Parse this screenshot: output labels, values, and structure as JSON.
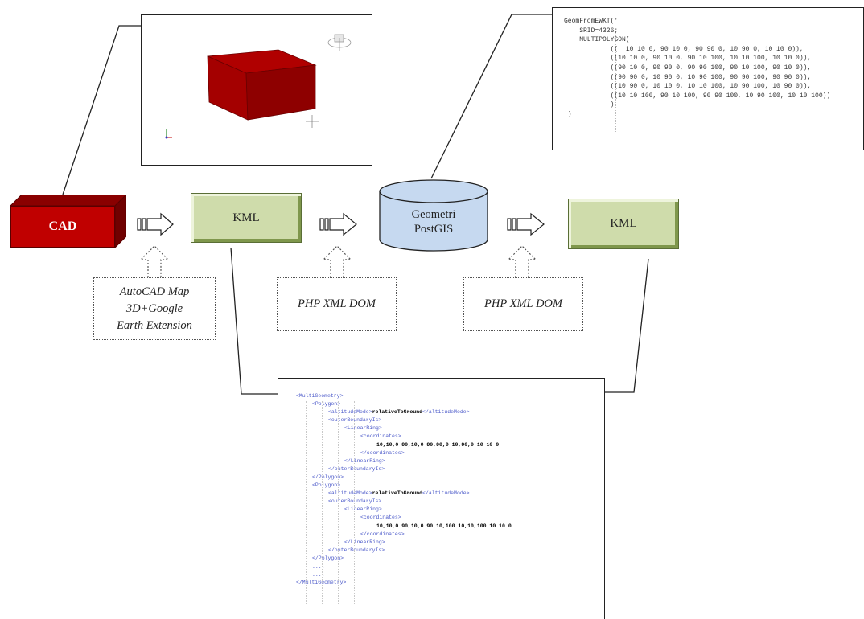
{
  "nodes": {
    "cad": "CAD",
    "kml_left": "KML",
    "database_line1": "Geometri",
    "database_line2": "PostGIS",
    "kml_right": "KML"
  },
  "tools": {
    "autocad_line1": "AutoCAD Map",
    "autocad_line2": "3D+Google",
    "autocad_line3": "Earth Extension",
    "php_xml_dom_1": "PHP XML DOM",
    "php_xml_dom_2": "PHP XML DOM"
  },
  "sql_code": [
    "GeomFromEWKT('",
    "    SRID=4326;",
    "    MULTIPOLYGON(",
    "            ((  10 10 0, 90 10 0, 90 90 0, 10 90 0, 10 10 0)),",
    "            ((10 10 0, 90 10 0, 90 10 100, 10 10 100, 10 10 0)),",
    "            ((90 10 0, 90 90 0, 90 90 100, 90 10 100, 90 10 0)),",
    "            ((90 90 0, 10 90 0, 10 90 100, 90 90 100, 90 90 0)),",
    "            ((10 90 0, 10 10 0, 10 10 100, 10 90 100, 10 90 0)),",
    "            ((10 10 100, 90 10 100, 90 90 100, 10 90 100, 10 10 100))",
    "            )",
    "')"
  ],
  "kml_code": [
    {
      "indent": 0,
      "text": "<MultiGeometry>",
      "kind": "tag"
    },
    {
      "indent": 1,
      "text": "<Polygon>",
      "kind": "tag"
    },
    {
      "indent": 2,
      "text": "<altitudeMode>",
      "kind": "tag",
      "value": "relativeToGround",
      "close": "</altitudeMode>"
    },
    {
      "indent": 2,
      "text": "<outerBoundaryIs>",
      "kind": "tag"
    },
    {
      "indent": 3,
      "text": "<LinearRing>",
      "kind": "tag"
    },
    {
      "indent": 4,
      "text": "<coordinates>",
      "kind": "tag"
    },
    {
      "indent": 5,
      "text": "10,10,0 90,10,0 90,90,0 10,90,0 10 10 0",
      "kind": "val"
    },
    {
      "indent": 4,
      "text": "</coordinates>",
      "kind": "tag"
    },
    {
      "indent": 3,
      "text": "</LinearRing>",
      "kind": "tag"
    },
    {
      "indent": 2,
      "text": "</outerBoundaryIs>",
      "kind": "tag"
    },
    {
      "indent": 1,
      "text": "</Polygon>",
      "kind": "tag"
    },
    {
      "indent": 1,
      "text": "<Polygon>",
      "kind": "tag"
    },
    {
      "indent": 2,
      "text": "<altitudeMode>",
      "kind": "tag",
      "value": "relativeToGround",
      "close": "</altitudeMode>"
    },
    {
      "indent": 2,
      "text": "<outerBoundaryIs>",
      "kind": "tag"
    },
    {
      "indent": 3,
      "text": "<LinearRing>",
      "kind": "tag"
    },
    {
      "indent": 4,
      "text": "<coordinates>",
      "kind": "tag"
    },
    {
      "indent": 5,
      "text": "10,10,0 90,10,0 90,10,100 10,10,100 10 10 0",
      "kind": "val"
    },
    {
      "indent": 4,
      "text": "</coordinates>",
      "kind": "tag"
    },
    {
      "indent": 3,
      "text": "</LinearRing>",
      "kind": "tag"
    },
    {
      "indent": 2,
      "text": "</outerBoundaryIs>",
      "kind": "tag"
    },
    {
      "indent": 1,
      "text": "</Polygon>",
      "kind": "tag"
    },
    {
      "indent": 1,
      "text": "....",
      "kind": "tag"
    },
    {
      "indent": 1,
      "text": "....",
      "kind": "tag"
    },
    {
      "indent": 0,
      "text": "</MultiGeometry>",
      "kind": "tag"
    }
  ],
  "colors": {
    "cad_red": "#c00000",
    "kml_green": "#cfdcab",
    "database_blue": "#c6d9f0",
    "xml_tag_blue": "#4a58c9"
  }
}
